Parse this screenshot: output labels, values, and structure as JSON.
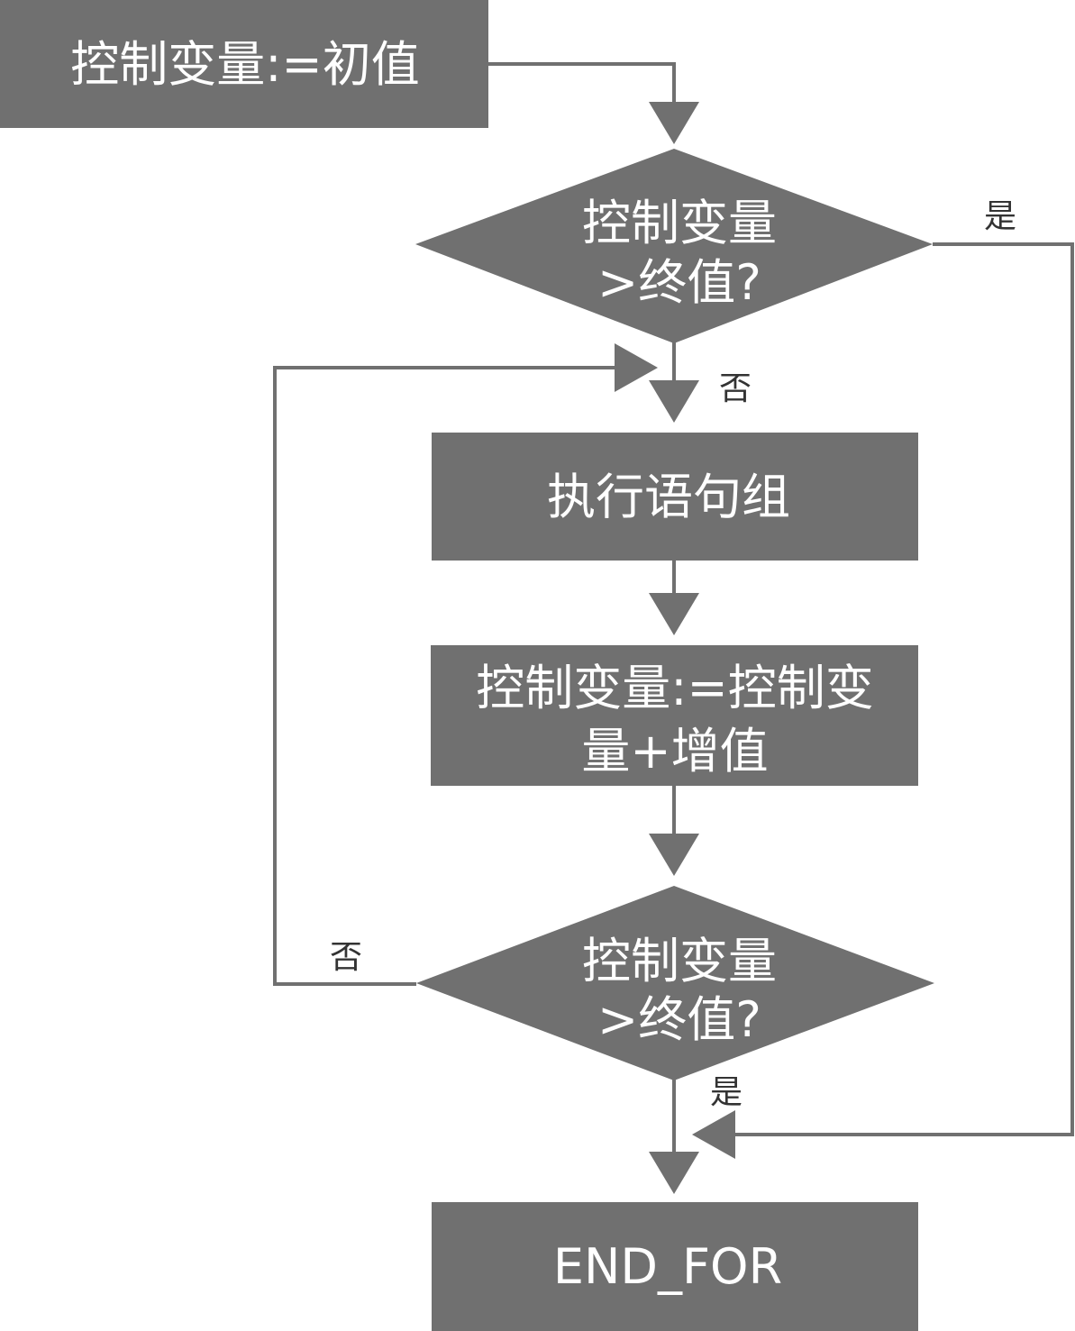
{
  "colors": {
    "node_fill": "#707070",
    "node_text": "#ffffff",
    "line": "#707070",
    "label_text": "#333333",
    "background": "#ffffff"
  },
  "nodes": {
    "init": "控制变量:=初值",
    "check1_line1": "控制变量",
    "check1_line2": ">终值?",
    "body": "执行语句组",
    "increment_line1": "控制变量:=控制变",
    "increment_line2": "量+增值",
    "check2_line1": "控制变量",
    "check2_line2": ">终值?",
    "end": "END_FOR"
  },
  "labels": {
    "check1_yes": "是",
    "check1_no": "否",
    "check2_no": "否",
    "check2_yes": "是"
  }
}
